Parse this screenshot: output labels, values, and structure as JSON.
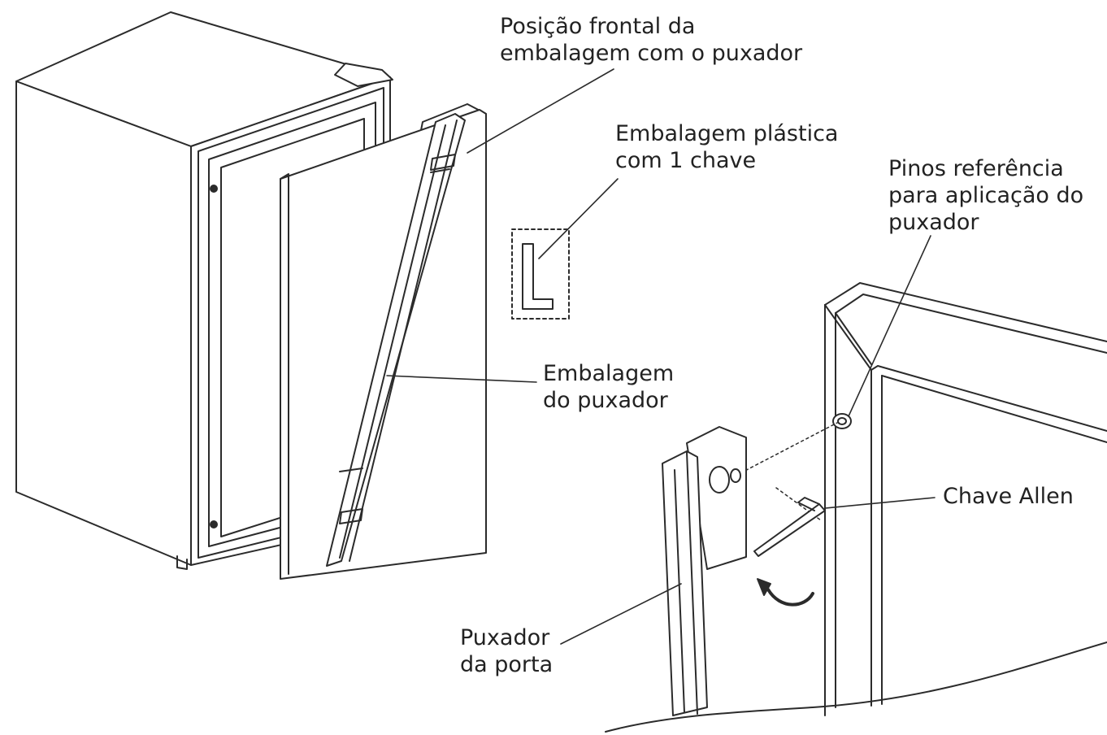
{
  "labels": {
    "posicao_frontal": {
      "line1": "Posição frontal da",
      "line2": "embalagem com o puxador"
    },
    "embalagem_plastica": {
      "line1": "Embalagem plástica",
      "line2": "com 1 chave"
    },
    "pinos_referencia": {
      "line1": "Pinos referência",
      "line2": "para aplicação do",
      "line3": "puxador"
    },
    "embalagem_puxador": {
      "line1": "Embalagem",
      "line2": "do puxador"
    },
    "chave_allen": {
      "line1": "Chave Allen"
    },
    "puxador_porta": {
      "line1": "Puxador",
      "line2": "da porta"
    }
  },
  "colors": {
    "line": "#2b2b2b",
    "background": "#ffffff"
  }
}
